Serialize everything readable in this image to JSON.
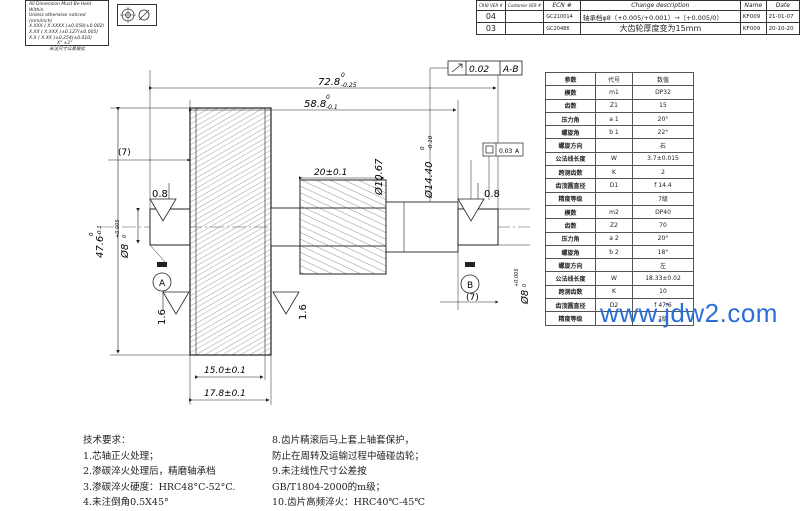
{
  "tolerance_block": {
    "line1": "All Dimension Must Be Held Within",
    "line2": "Unless otherwise noticed (mm/inch)",
    "rows": [
      "X.XXX ( X.XXXX )±0.050(±0.002)",
      "X.XX   ( X.XXX )±0.127(±0.005)",
      "X.X      ( X.XX )±0.254(±0.010)",
      "X° ±1°",
      "未注尺寸公差按此"
    ]
  },
  "revision_table": {
    "headers": [
      "CRN/ VER #",
      "Customer VER #",
      "ECN #",
      "Change description",
      "Name",
      "Date"
    ],
    "rows": [
      {
        "ver": "04",
        "ecn": "GC210014",
        "desc": "轴承档φ8（+0.005/+0.001）→（+0.005/0）",
        "name": "KF009",
        "date": "21-01-07"
      },
      {
        "ver": "03",
        "ecn": "GC20486",
        "desc": "大齿轮厚度变为15mm",
        "name": "KF009",
        "date": "20-10-20"
      }
    ]
  },
  "dimensions": {
    "overall": "72.8",
    "overall_tol_up": "0",
    "overall_tol_dn": "-0.25",
    "body": "58.8",
    "body_tol_up": "0",
    "body_tol_dn": "-0.1",
    "keep7": "(7)",
    "pinion_len": "20±0.1",
    "d1067": "Ø10.67",
    "d1440": "Ø14.40",
    "d1440_tol_up": "0",
    "d1440_tol_dn": "-0.10",
    "rough08a": "0.8",
    "rough08b": "0.8",
    "d476": "47.6",
    "d476_tol_up": "0",
    "d476_tol_dn": "-0.1",
    "d8l": "Ø8",
    "d8l_tol_up": "+0.005",
    "d8l_tol_dn": "0",
    "rough16a": "1.6",
    "rough16b": "1.6",
    "datum_a": "A",
    "datum_b": "B",
    "d8r": "Ø8",
    "d8r_tol_up": "+0.005",
    "d8r_tol_dn": "0",
    "w15": "15.0±0.1",
    "w178": "17.8±0.1",
    "runout_val": "0.02",
    "runout_ref": "A-B",
    "flat_val": "0.03",
    "flat_ref": "A"
  },
  "param_table": [
    {
      "name": "参数",
      "sym": "代号",
      "val": "数值"
    },
    {
      "name": "模数",
      "sym": "m1",
      "val": "DP32"
    },
    {
      "name": "齿数",
      "sym": "Z1",
      "val": "15"
    },
    {
      "name": "压力角",
      "sym": "a 1",
      "val": "20°"
    },
    {
      "name": "螺旋角",
      "sym": "b 1",
      "val": "22°"
    },
    {
      "name": "螺旋方向",
      "sym": "",
      "val": "右"
    },
    {
      "name": "公法线长度",
      "sym": "W",
      "val": "3.7±0.015"
    },
    {
      "name": "跨测齿数",
      "sym": "K",
      "val": "2"
    },
    {
      "name": "齿顶圆直径",
      "sym": "D1",
      "val": "f 14.4"
    },
    {
      "name": "精度等级",
      "sym": "",
      "val": "7级"
    },
    {
      "name": "模数",
      "sym": "m2",
      "val": "DP40"
    },
    {
      "name": "齿数",
      "sym": "Z2",
      "val": "70"
    },
    {
      "name": "压力角",
      "sym": "a 2",
      "val": "20°"
    },
    {
      "name": "螺旋角",
      "sym": "b 2",
      "val": "18°"
    },
    {
      "name": "螺旋方向",
      "sym": "",
      "val": "左"
    },
    {
      "name": "公法线长度",
      "sym": "W",
      "val": "18.33±0.02"
    },
    {
      "name": "跨测齿数",
      "sym": "K",
      "val": "10"
    },
    {
      "name": "齿顶圆直径",
      "sym": "D2",
      "val": "f 47.6"
    },
    {
      "name": "精度等级",
      "sym": "",
      "val": "7级"
    }
  ],
  "notes": {
    "title": "技术要求：",
    "left": [
      "1.芯轴正火处理；",
      "2.渗碳淬火处理后，精磨轴承档",
      "3.渗碳淬火硬度：HRC48°C-52°C.",
      "4.未注倒角0.5X45°"
    ],
    "right": [
      "8.齿片精滚后马上套上轴套保护，",
      "防止在周转及运输过程中磕碰齿轮；",
      "9.未注线性尺寸公差按",
      "GB/T1804-2000的m级；",
      "10.齿片高频淬火：HRC40℃-45℃"
    ]
  },
  "watermark": "www.jdw2.com"
}
